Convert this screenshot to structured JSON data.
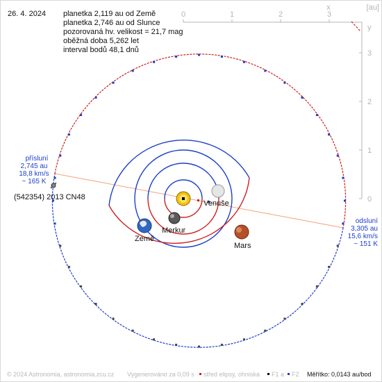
{
  "date": "26. 4. 2024",
  "info": {
    "line1": "planetka 2,119 au od Země",
    "line2": "planetka 2,746 au od Slunce",
    "line3": "pozorovaná hv. velikost = 21,7 mag",
    "line4": "oběžná doba 5,262 let",
    "line5": "interval bodů 48,1 dnů"
  },
  "axes": {
    "x_ticks": [
      "0",
      "1",
      "2",
      "3"
    ],
    "x_label": "x",
    "y_ticks": [
      "0",
      "1",
      "2",
      "3"
    ],
    "y_label": "y",
    "unit": "[au]"
  },
  "planets": {
    "sun": "Slunce",
    "mercury": "Merkur",
    "venus": "Venuše",
    "earth": "Země",
    "mars": "Mars"
  },
  "asteroid": {
    "name": "(542354) 2013 CN48"
  },
  "perihelion": {
    "label": "přísluní",
    "dist": "2,745 au",
    "speed": "18,8 km/s",
    "temp": "~ 165 K"
  },
  "aphelion": {
    "label": "odsluní",
    "dist": "3,305 au",
    "speed": "15,6 km/s",
    "temp": "~ 151 K"
  },
  "footer": {
    "copyright": "© 2024 Astronomia, astronomia.zcu.cz",
    "generated": "Vygenerováno za 0,09 s",
    "legend_center": "střed elipsy, ohniska",
    "legend_f1": "F1 a",
    "legend_f2": "F2",
    "scale": "Měřítko: 0,0143 au/bod"
  },
  "colors": {
    "above_ecliptic": "#1a3fc9",
    "below_ecliptic": "#cc1f1f",
    "apsides_line": "#f0a27a",
    "label_blue": "#1a3fc9",
    "axis_gray": "#b4b4b4",
    "footer_gray": "#b8b8b8"
  }
}
